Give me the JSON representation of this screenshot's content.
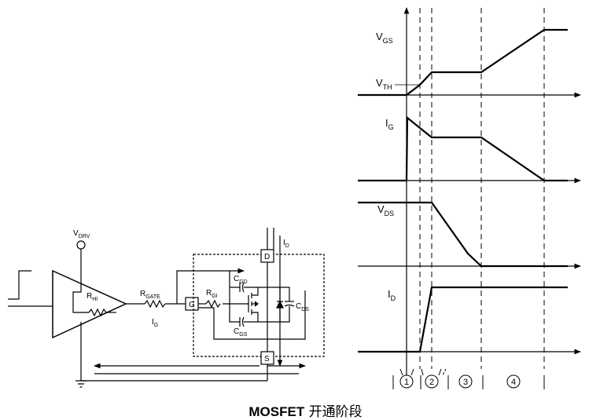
{
  "caption": {
    "prefix": "MOSFET",
    "suffix": "开通阶段"
  },
  "circuit": {
    "vdrv": {
      "main": "V",
      "sub": "DRV"
    },
    "rhi": {
      "main": "R",
      "sub": "HI"
    },
    "rgate": {
      "main": "R",
      "sub": "GATE"
    },
    "ig": {
      "main": "I",
      "sub": "G"
    },
    "g_pin": "G",
    "rgi": {
      "main": "R",
      "sub": "GI"
    },
    "cgd": {
      "main": "C",
      "sub": "GD"
    },
    "cgs": {
      "main": "C",
      "sub": "GS"
    },
    "cds": {
      "main": "C",
      "sub": "DS"
    },
    "d_pin": "D",
    "s_pin": "S",
    "id": {
      "main": "I",
      "sub": "D"
    }
  },
  "waveforms": {
    "vgs": {
      "main": "V",
      "sub": "GS"
    },
    "vth": {
      "main": "V",
      "sub": "TH"
    },
    "ig": {
      "main": "I",
      "sub": "G"
    },
    "vds": {
      "main": "V",
      "sub": "DS"
    },
    "id": {
      "main": "I",
      "sub": "D"
    },
    "phases": [
      "1",
      "2",
      "3",
      "4"
    ]
  }
}
